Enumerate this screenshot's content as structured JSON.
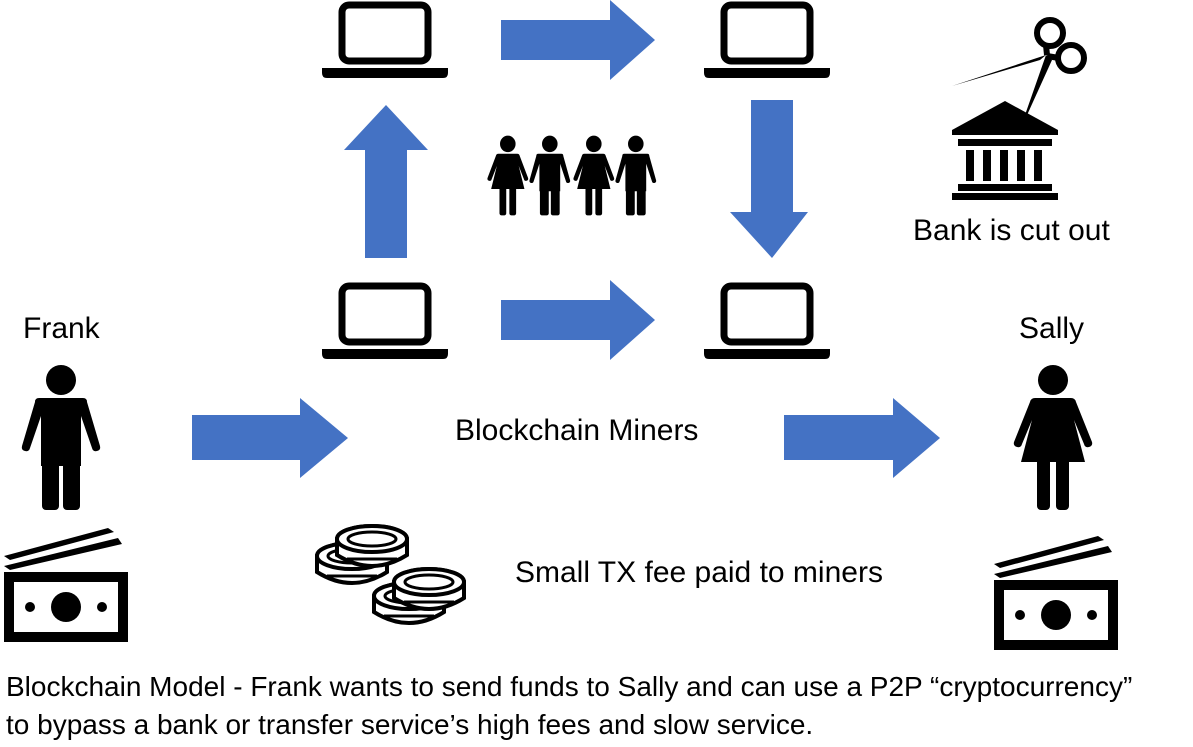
{
  "labels": {
    "frank": "Frank",
    "sally": "Sally",
    "miners": "Blockchain Miners",
    "fee": "Small TX fee paid to miners",
    "bank": "Bank is cut out"
  },
  "caption": {
    "line1": "Blockchain Model - Frank wants to send funds to Sally and can use a P2P “cryptocurrency”",
    "line2": "to bypass a bank or transfer service’s high fees and slow service."
  },
  "colors": {
    "arrow": "#4472C4",
    "ink": "#000000",
    "background": "#FFFFFF"
  },
  "icons": [
    "laptop-icon",
    "arrow-icon",
    "people-icon",
    "bank-icon",
    "scissors-icon",
    "person-icon",
    "money-icon",
    "coins-icon"
  ]
}
